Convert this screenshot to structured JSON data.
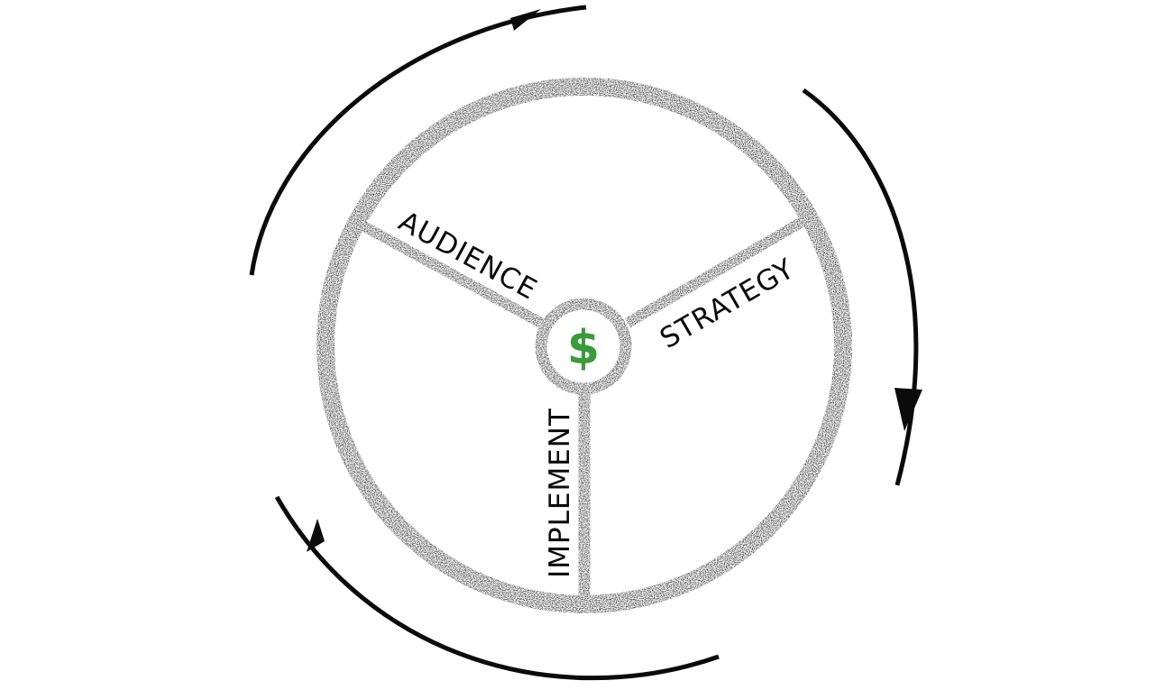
{
  "labels": {
    "audience": "AUDIENCE",
    "strategy": "STRATEGY",
    "implement": "IMPLEMENT"
  },
  "center": {
    "symbol": "$",
    "icon": "dollar-sign-icon"
  },
  "colors": {
    "ink": "#0b0b0b",
    "accent": "#3a9b3a",
    "background": "#ffffff"
  },
  "cycle": {
    "arrow_count": 3,
    "direction": "clockwise"
  }
}
